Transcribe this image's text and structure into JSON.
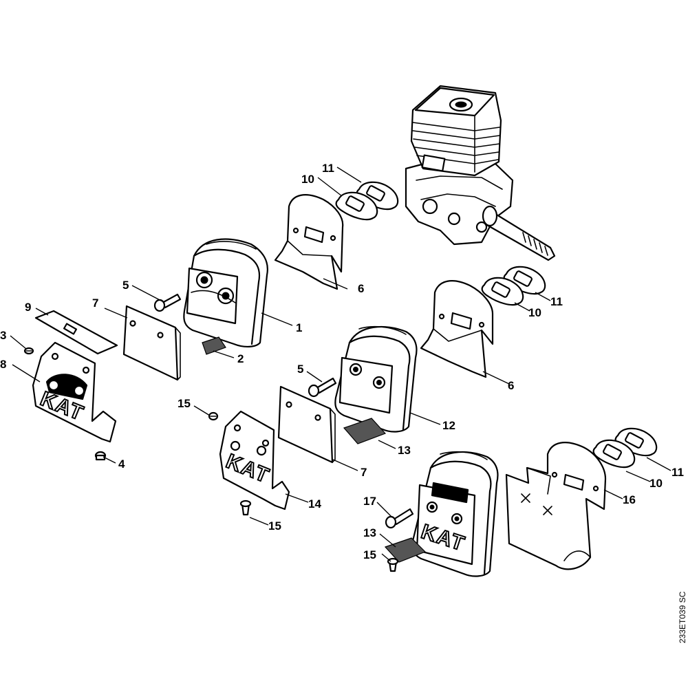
{
  "drawing_code": "233ET039 SC",
  "stamp_text": "KAT",
  "callouts": [
    {
      "id": "c1",
      "label": "1"
    },
    {
      "id": "c2",
      "label": "2"
    },
    {
      "id": "c3",
      "label": "3"
    },
    {
      "id": "c4",
      "label": "4"
    },
    {
      "id": "c5a",
      "label": "5"
    },
    {
      "id": "c5b",
      "label": "5"
    },
    {
      "id": "c6a",
      "label": "6"
    },
    {
      "id": "c6b",
      "label": "6"
    },
    {
      "id": "c7a",
      "label": "7"
    },
    {
      "id": "c7b",
      "label": "7"
    },
    {
      "id": "c8",
      "label": "8"
    },
    {
      "id": "c9",
      "label": "9"
    },
    {
      "id": "c10a",
      "label": "10"
    },
    {
      "id": "c10b",
      "label": "10"
    },
    {
      "id": "c10c",
      "label": "10"
    },
    {
      "id": "c11a",
      "label": "11"
    },
    {
      "id": "c11b",
      "label": "11"
    },
    {
      "id": "c11c",
      "label": "11"
    },
    {
      "id": "c12",
      "label": "12"
    },
    {
      "id": "c13a",
      "label": "13"
    },
    {
      "id": "c13b",
      "label": "13"
    },
    {
      "id": "c14",
      "label": "14"
    },
    {
      "id": "c15a",
      "label": "15"
    },
    {
      "id": "c15b",
      "label": "15"
    },
    {
      "id": "c15c",
      "label": "15"
    },
    {
      "id": "c16",
      "label": "16"
    },
    {
      "id": "c17",
      "label": "17"
    }
  ]
}
